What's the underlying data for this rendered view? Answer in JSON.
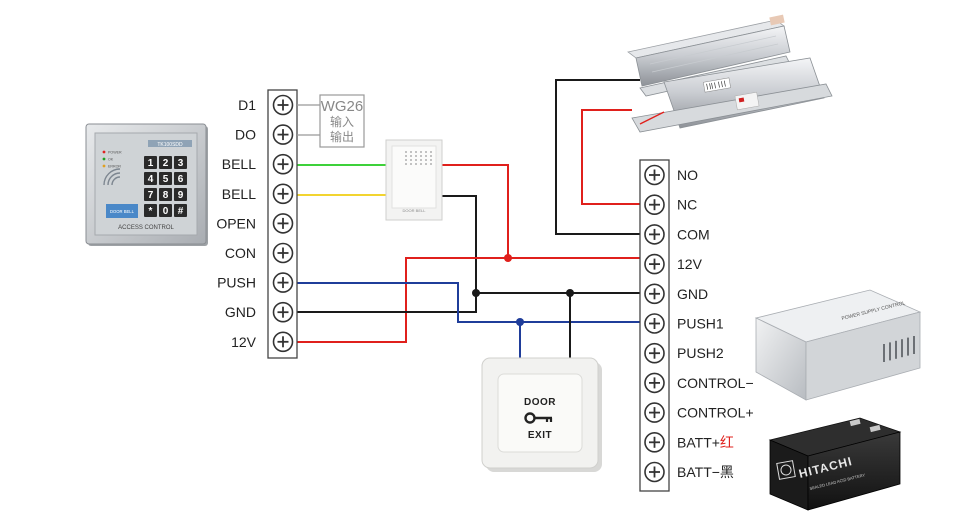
{
  "left_terminal": {
    "labels": [
      "D1",
      "DO",
      "BELL",
      "BELL",
      "OPEN",
      "CON",
      "PUSH",
      "GND",
      "12V"
    ]
  },
  "wiegand_box": {
    "title": "WG26",
    "line1": "输入",
    "line2": "输出"
  },
  "right_terminal": {
    "labels": [
      {
        "text": "NO",
        "suffix": ""
      },
      {
        "text": "NC",
        "suffix": ""
      },
      {
        "text": "COM",
        "suffix": ""
      },
      {
        "text": "12V",
        "suffix": ""
      },
      {
        "text": "GND",
        "suffix": ""
      },
      {
        "text": "PUSH1",
        "suffix": ""
      },
      {
        "text": "PUSH2",
        "suffix": ""
      },
      {
        "text": "CONTROL−",
        "suffix": ""
      },
      {
        "text": "CONTROL+",
        "suffix": ""
      },
      {
        "text": "BATT+",
        "suffix": "红"
      },
      {
        "text": "BATT−",
        "suffix": "黑"
      }
    ]
  },
  "keypad": {
    "model_label": "TK100SDD",
    "indicator_labels": [
      "POWER",
      "OK",
      "ERROR"
    ],
    "keys": [
      "1",
      "2",
      "3",
      "4",
      "5",
      "6",
      "7",
      "8",
      "9",
      "*",
      "0",
      "#"
    ],
    "bell_key_label": "DOOR BELL",
    "footer_label": "ACCESS CONTROL"
  },
  "doorbell": {
    "label": "DOOR BELL"
  },
  "exit_button": {
    "line1": "DOOR",
    "line2": "EXIT"
  },
  "power_supply": {
    "label": "POWER SUPPLY CONTROL"
  },
  "battery": {
    "brand": "HITACHI",
    "subtitle": "SEALED LEAD ACID BATTERY"
  },
  "colors": {
    "wire_red": "#e0201c",
    "wire_black": "#1a1a1a",
    "wire_blue": "#1f3d9a",
    "wire_green": "#3ed13a",
    "wire_yellow": "#f2d430",
    "batt_plus_marker": "#e0201c"
  }
}
